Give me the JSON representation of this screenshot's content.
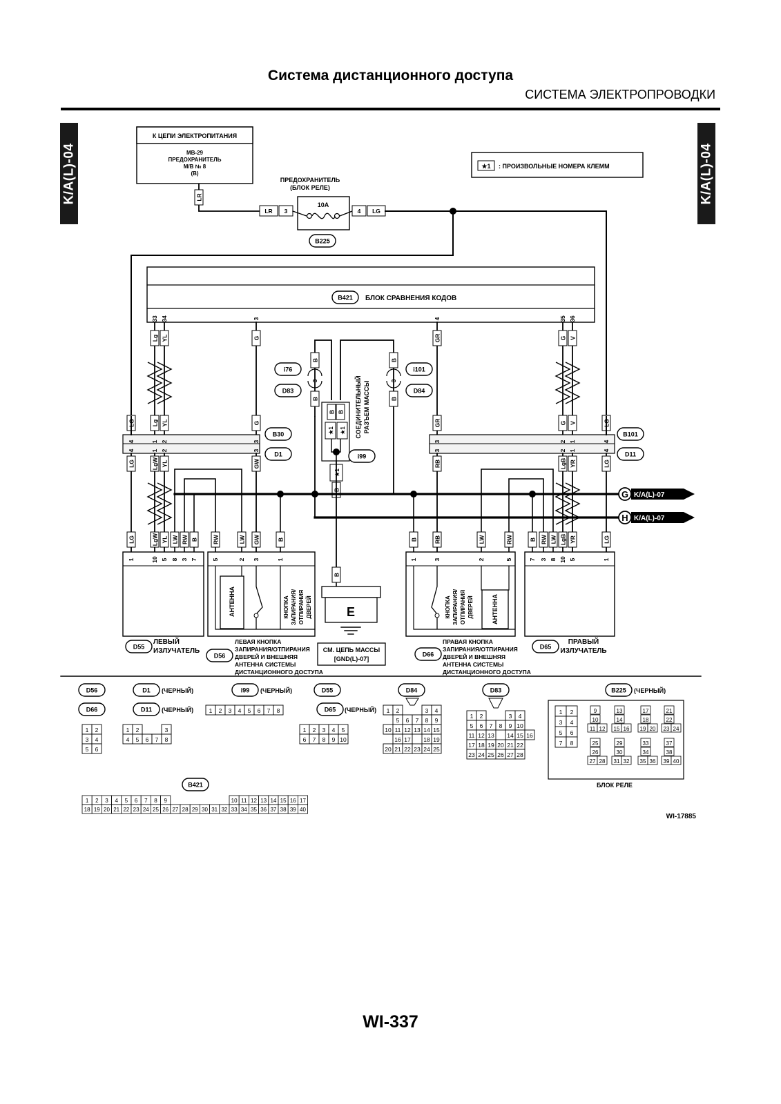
{
  "page": {
    "title": "Система дистанционного доступа",
    "section": "СИСТЕМА ЭЛЕКТРОПРОВОДКИ",
    "side_tab": "K/A(L)-04",
    "page_number": "WI-337",
    "figure_id": "WI-17885"
  },
  "power": {
    "title": "К ЦЕПИ ЭЛЕКТРОПИТАНИЯ",
    "lines": [
      "MB-29",
      "ПРЕДОХРАНИТЕЛЬ",
      "M/B № 8",
      "(B)"
    ],
    "wire": "LR"
  },
  "legend_note": ": ПРОИЗВОЛЬНЫЕ НОМЕРА КЛЕММ",
  "star_mark": "★1",
  "fuse": {
    "title": [
      "ПРЕДОХРАНИТЕЛЬ",
      "(БЛОК РЕЛЕ)"
    ],
    "rating": "10A",
    "connector": "B225",
    "in_wire": "LR",
    "in_pin": "3",
    "out_pin": "4",
    "out_wire": "LG"
  },
  "ecu": {
    "connector": "B421",
    "name": "БЛОК СРАВНЕНИЯ КОДОВ"
  },
  "ecu_pins": [
    {
      "pin": "33",
      "wire": "Lg"
    },
    {
      "pin": "34",
      "wire": "YL"
    },
    {
      "pin": "3",
      "wire": "G"
    },
    {
      "pin": "4",
      "wire": "GR"
    },
    {
      "pin": "35",
      "wire": "G"
    },
    {
      "pin": "36",
      "wire": "V"
    }
  ],
  "left_joint": {
    "top": "B30",
    "bottom": "D1",
    "top_row": [
      {
        "pin": "4",
        "wire": "LG"
      },
      {
        "pin": "1",
        "wire": "Lg"
      },
      {
        "pin": "2",
        "wire": "YL"
      },
      {
        "pin": "3",
        "wire": "G"
      }
    ],
    "bottom_row": [
      {
        "pin": "4",
        "wire": "LG"
      },
      {
        "pin": "1",
        "wire": "LgW"
      },
      {
        "pin": "2",
        "wire": "YL"
      },
      {
        "pin": "3",
        "wire": "GW"
      }
    ],
    "lead_wire": "LG"
  },
  "right_joint": {
    "top": "B101",
    "bottom": "D11",
    "top_row": [
      {
        "pin": "3",
        "wire": "GR"
      },
      {
        "pin": "2",
        "wire": "G"
      },
      {
        "pin": "1",
        "wire": "V"
      },
      {
        "pin": "4",
        "wire": "LG"
      }
    ],
    "bottom_row": [
      {
        "pin": "3",
        "wire": "RB"
      },
      {
        "pin": "2",
        "wire": "LgB"
      },
      {
        "pin": "1",
        "wire": "YR"
      },
      {
        "pin": "4",
        "wire": "LG"
      }
    ],
    "lead_wire": "LG"
  },
  "ground_joint": {
    "name": [
      "СОЕДИНИТЕЛЬНЫЙ",
      "РАЗЪЕМ МАССЫ"
    ],
    "connector": "i99",
    "wire": "B",
    "left_conn": {
      "top": "i76",
      "bottom": "D83",
      "pin": "3",
      "wire": "B"
    },
    "right_conn": {
      "top": "i101",
      "bottom": "D84",
      "pin": "3",
      "wire": "B"
    }
  },
  "ground": {
    "symbol": "E",
    "note": [
      "СМ. ЦЕПЬ МАССЫ",
      "[GND(L)-07]"
    ]
  },
  "external": [
    {
      "letter": "G",
      "label": "K/A(L)-07"
    },
    {
      "letter": "H",
      "label": "K/A(L)-07"
    }
  ],
  "d55": {
    "connector": "D55",
    "label": [
      "ЛЕВЫЙ",
      "ИЗЛУЧАТЕЛЬ"
    ],
    "pins": [
      {
        "pin": "1",
        "wire": "LG"
      },
      {
        "pin": "10",
        "wire": "LgW"
      },
      {
        "pin": "5",
        "wire": "YL"
      },
      {
        "pin": "8",
        "wire": "LW"
      },
      {
        "pin": "3",
        "wire": "RW"
      },
      {
        "pin": "7",
        "wire": "B"
      }
    ]
  },
  "d56": {
    "connector": "D56",
    "antenna": "АНТЕННА",
    "button": [
      "КНОПКА",
      "ЗАПИРАНИЯ/",
      "ОТПИРАНИЯ",
      "ДВЕРЕЙ"
    ],
    "label": [
      "ЛЕВАЯ КНОПКА",
      "ЗАПИРАНИЯ/ОТПИРАНИЯ",
      "ДВЕРЕЙ И ВНЕШНЯЯ",
      "АНТЕННА СИСТЕМЫ",
      "ДИСТАНЦИОННОГО ДОСТУПА"
    ],
    "pins": [
      {
        "pin": "5",
        "wire": "RW"
      },
      {
        "pin": "2",
        "wire": "LW"
      },
      {
        "pin": "3",
        "wire": "GW"
      },
      {
        "pin": "1",
        "wire": "B"
      }
    ]
  },
  "d66": {
    "connector": "D66",
    "antenna": "АНТЕННА",
    "button": [
      "КНОПКА",
      "ЗАПИРАНИЯ/",
      "ОТПИРАНИЯ",
      "ДВЕРЕЙ"
    ],
    "label": [
      "ПРАВАЯ КНОПКА",
      "ЗАПИРАНИЯ/ОТПИРАНИЯ",
      "ДВЕРЕЙ И ВНЕШНЯЯ",
      "АНТЕННА СИСТЕМЫ",
      "ДИСТАНЦИОННОГО ДОСТУПА"
    ],
    "pins": [
      {
        "pin": "1",
        "wire": "B"
      },
      {
        "pin": "3",
        "wire": "RB"
      },
      {
        "pin": "2",
        "wire": "LW"
      },
      {
        "pin": "5",
        "wire": "RW"
      }
    ]
  },
  "d65": {
    "connector": "D65",
    "label": [
      "ПРАВЫЙ",
      "ИЗЛУЧАТЕЛЬ"
    ],
    "pins": [
      {
        "pin": "7",
        "wire": "B"
      },
      {
        "pin": "3",
        "wire": "RW"
      },
      {
        "pin": "8",
        "wire": "LW"
      },
      {
        "pin": "10",
        "wire": "LgB"
      },
      {
        "pin": "5",
        "wire": "YR"
      },
      {
        "pin": "1",
        "wire": "LG"
      }
    ]
  },
  "connector_views": {
    "d56": "D56",
    "d66": "D66",
    "d1": "D1",
    "d11": "D11",
    "black": "(ЧЕРНЫЙ)",
    "i99": "i99",
    "d55": "D55",
    "d65": "D65",
    "d84": "D84",
    "d83": "D83",
    "b225": "B225",
    "b421": "B421",
    "relay_block": "БЛОК РЕЛЕ",
    "grid_d56": [
      [
        "1",
        "2"
      ],
      [
        "3",
        "4"
      ],
      [
        "5",
        "6"
      ]
    ],
    "grid_d1": [
      [
        "1",
        "2",
        "",
        "",
        "3"
      ],
      [
        "4",
        "5",
        "6",
        "7",
        "8"
      ]
    ],
    "grid_i99": [
      "1",
      "2",
      "3",
      "4",
      "5",
      "6",
      "7",
      "8"
    ],
    "grid_d55": [
      [
        "1",
        "2",
        "3",
        "4",
        "5"
      ],
      [
        "6",
        "7",
        "8",
        "9",
        "10"
      ]
    ],
    "grid_d84": [
      [
        "1",
        "2",
        "",
        "",
        "3",
        "4"
      ],
      [
        "",
        "5",
        "6",
        "7",
        "8",
        "9"
      ],
      [
        "10",
        "11",
        "12",
        "13",
        "14",
        "15"
      ],
      [
        "",
        "16",
        "17",
        "",
        "18",
        "19"
      ],
      [
        "20",
        "21",
        "22",
        "23",
        "24",
        "25"
      ]
    ],
    "grid_d83": [
      [
        "1",
        "2",
        "",
        "",
        "3",
        "4"
      ],
      [
        "5",
        "6",
        "7",
        "8",
        "9",
        "10"
      ],
      [
        "11",
        "12",
        "13",
        "",
        "14",
        "15",
        "16"
      ],
      [
        "17",
        "18",
        "19",
        "20",
        "21",
        "22"
      ],
      [
        "23",
        "24",
        "25",
        "26",
        "27",
        "28"
      ]
    ],
    "grid_b225": {
      "col1": [
        [
          "1",
          "2"
        ],
        [
          "3",
          "4"
        ],
        [
          "5",
          "6"
        ],
        [
          "7",
          "8"
        ]
      ],
      "col2": [
        [
          "9"
        ],
        [
          "10"
        ],
        [
          "11",
          "12"
        ],
        [
          "25"
        ],
        [
          "26"
        ],
        [
          "27",
          "28"
        ]
      ],
      "col3": [
        [
          "13"
        ],
        [
          "14"
        ],
        [
          "15",
          "16"
        ],
        [
          "29"
        ],
        [
          "30"
        ],
        [
          "31",
          "32"
        ]
      ],
      "col4": [
        [
          "17"
        ],
        [
          "18"
        ],
        [
          "19",
          "20"
        ],
        [
          "33"
        ],
        [
          "34"
        ],
        [
          "35",
          "36"
        ]
      ],
      "col5": [
        [
          "21"
        ],
        [
          "22"
        ],
        [
          "23",
          "24"
        ],
        [
          "37"
        ],
        [
          "38"
        ],
        [
          "39",
          "40"
        ]
      ]
    },
    "grid_b421_top": [
      "1",
      "2",
      "3",
      "4",
      "5",
      "6",
      "7",
      "8",
      "9",
      "10",
      "11",
      "12",
      "13",
      "14",
      "15",
      "16",
      "17"
    ],
    "grid_b421_bottom": [
      "18",
      "19",
      "20",
      "21",
      "22",
      "23",
      "24",
      "25",
      "26",
      "27",
      "28",
      "29",
      "30",
      "31",
      "32",
      "33",
      "34",
      "35",
      "36",
      "37",
      "38",
      "39",
      "40"
    ]
  }
}
